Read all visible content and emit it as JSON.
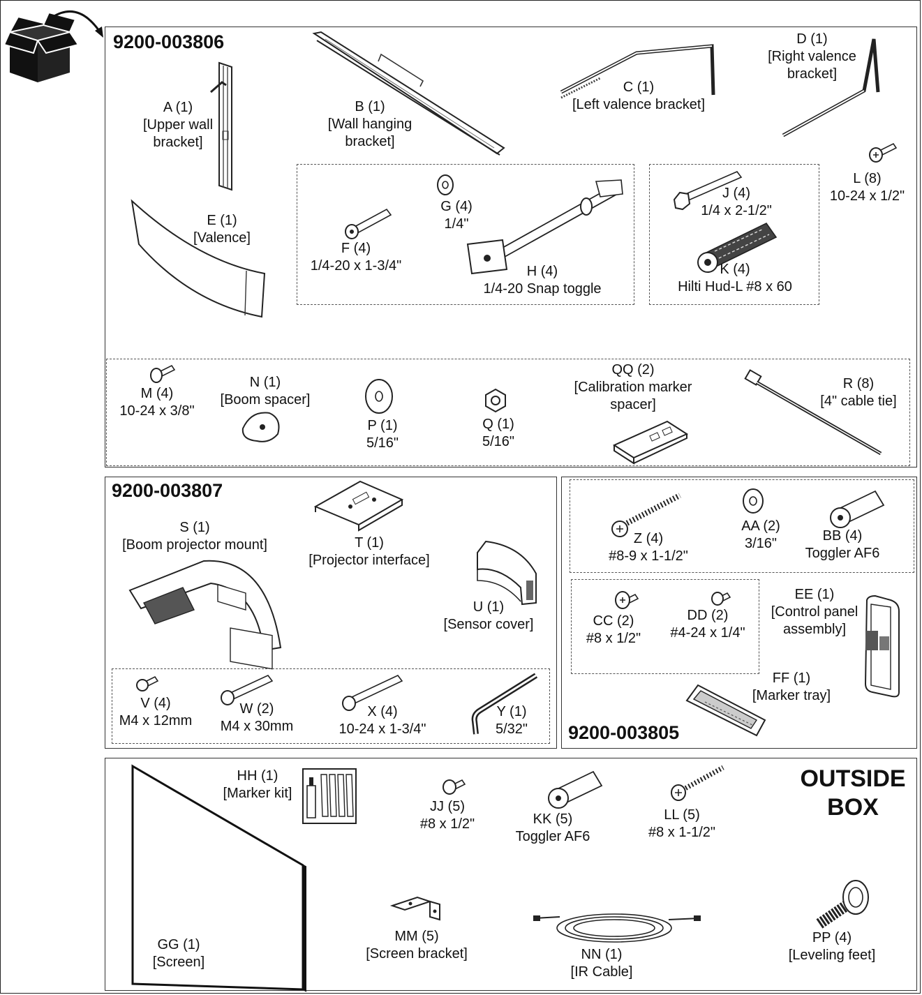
{
  "kits": {
    "k806": "9200-003806",
    "k807": "9200-003807",
    "k805": "9200-003805"
  },
  "outside": {
    "line1": "OUTSIDE",
    "line2": "BOX"
  },
  "parts": {
    "A": {
      "id": "A (1)",
      "desc": [
        "[Upper wall",
        "bracket]"
      ]
    },
    "B": {
      "id": "B (1)",
      "desc": [
        "[Wall hanging",
        "bracket]"
      ]
    },
    "C": {
      "id": "C (1)",
      "desc": [
        "[Left valence bracket]"
      ]
    },
    "D": {
      "id": "D (1)",
      "desc": [
        "[Right valence",
        "bracket]"
      ]
    },
    "E": {
      "id": "E (1)",
      "desc": [
        "[Valence]"
      ]
    },
    "F": {
      "id": "F (4)",
      "desc": [
        "1/4-20 x 1-3/4\""
      ]
    },
    "G": {
      "id": "G (4)",
      "desc": [
        "1/4\""
      ]
    },
    "H": {
      "id": "H (4)",
      "desc": [
        "1/4-20 Snap toggle"
      ]
    },
    "J": {
      "id": "J (4)",
      "desc": [
        "1/4 x 2-1/2\""
      ]
    },
    "K": {
      "id": "K (4)",
      "desc": [
        "Hilti Hud-L #8 x 60"
      ]
    },
    "L": {
      "id": "L (8)",
      "desc": [
        "10-24 x 1/2\""
      ]
    },
    "M": {
      "id": "M (4)",
      "desc": [
        "10-24 x 3/8\""
      ]
    },
    "N": {
      "id": "N (1)",
      "desc": [
        "[Boom spacer]"
      ]
    },
    "P": {
      "id": "P (1)",
      "desc": [
        "5/16\""
      ]
    },
    "Q": {
      "id": "Q (1)",
      "desc": [
        "5/16\""
      ]
    },
    "QQ": {
      "id": "QQ (2)",
      "desc": [
        "[Calibration marker",
        "spacer]"
      ]
    },
    "R": {
      "id": "R (8)",
      "desc": [
        "[4\" cable tie]"
      ]
    },
    "S": {
      "id": "S (1)",
      "desc": [
        "[Boom projector mount]"
      ]
    },
    "T": {
      "id": "T (1)",
      "desc": [
        "[Projector interface]"
      ]
    },
    "U": {
      "id": "U (1)",
      "desc": [
        "[Sensor cover]"
      ]
    },
    "V": {
      "id": "V (4)",
      "desc": [
        "M4 x 12mm"
      ]
    },
    "W": {
      "id": "W (2)",
      "desc": [
        "M4 x 30mm"
      ]
    },
    "X": {
      "id": "X (4)",
      "desc": [
        "10-24 x 1-3/4\""
      ]
    },
    "Y": {
      "id": "Y (1)",
      "desc": [
        "5/32\""
      ]
    },
    "Z": {
      "id": "Z (4)",
      "desc": [
        "#8-9 x 1-1/2\""
      ]
    },
    "AA": {
      "id": "AA (2)",
      "desc": [
        "3/16\""
      ]
    },
    "BB": {
      "id": "BB (4)",
      "desc": [
        "Toggler AF6"
      ]
    },
    "CC": {
      "id": "CC (2)",
      "desc": [
        "#8 x 1/2\""
      ]
    },
    "DD": {
      "id": "DD (2)",
      "desc": [
        "#4-24 x 1/4\""
      ]
    },
    "EE": {
      "id": "EE (1)",
      "desc": [
        "[Control panel",
        "assembly]"
      ]
    },
    "FF": {
      "id": "FF (1)",
      "desc": [
        "[Marker tray]"
      ]
    },
    "GG": {
      "id": "GG (1)",
      "desc": [
        "[Screen]"
      ]
    },
    "HH": {
      "id": "HH (1)",
      "desc": [
        "[Marker kit]"
      ]
    },
    "JJ": {
      "id": "JJ (5)",
      "desc": [
        "#8 x 1/2\""
      ]
    },
    "KK": {
      "id": "KK (5)",
      "desc": [
        "Toggler AF6"
      ]
    },
    "LL": {
      "id": "LL (5)",
      "desc": [
        "#8 x 1-1/2\""
      ]
    },
    "MM": {
      "id": "MM (5)",
      "desc": [
        "[Screen bracket]"
      ]
    },
    "NN": {
      "id": "NN (1)",
      "desc": [
        "[IR Cable]"
      ]
    },
    "PP": {
      "id": "PP (4)",
      "desc": [
        "[Leveling feet]"
      ]
    }
  }
}
